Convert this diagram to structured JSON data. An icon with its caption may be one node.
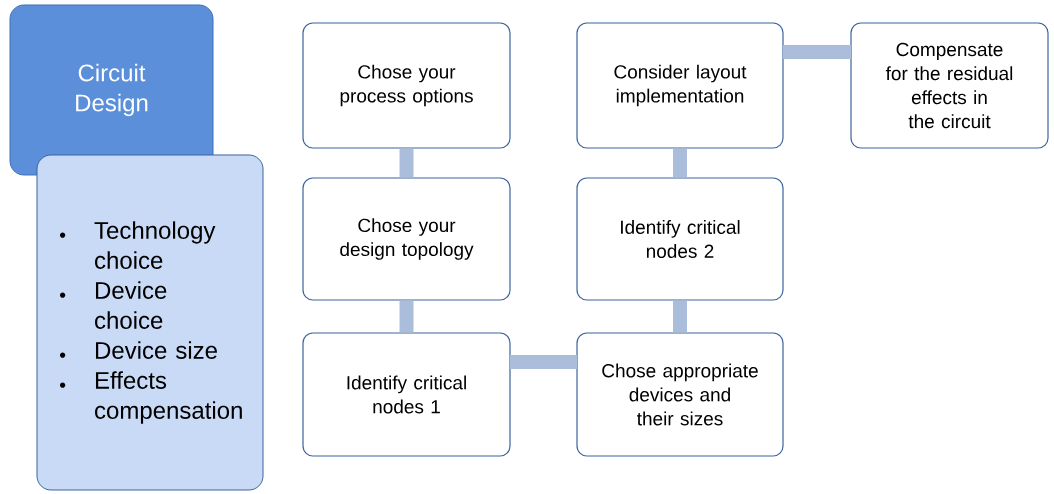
{
  "diagram": {
    "nodes": [
      {
        "text": [
          "Circuit Design"
        ]
      },
      {
        "text": [
          "Technology choice",
          "Device choice",
          "Device size",
          "Effects compensation"
        ]
      },
      {
        "text": [
          "Chose your process options"
        ]
      },
      {
        "text": [
          "Chose your design topology"
        ]
      },
      {
        "text": [
          "Identify critical nodes 1"
        ]
      },
      {
        "text": [
          "Chose appropriate devices and their sizes"
        ]
      },
      {
        "text": [
          "Identify critical nodes 2"
        ]
      },
      {
        "text": [
          "Consider layout implementation"
        ]
      },
      {
        "text": [
          "Compensate for the residual effects in the circuit"
        ]
      }
    ],
    "edges": [
      {
        "from": 2,
        "to": 3,
        "arrow": "none"
      },
      {
        "from": 3,
        "to": 4,
        "arrow": "none"
      },
      {
        "from": 4,
        "to": 5,
        "arrow": "none"
      },
      {
        "from": 5,
        "to": 6,
        "arrow": "none"
      },
      {
        "from": 6,
        "to": 7,
        "arrow": "none"
      },
      {
        "from": 7,
        "to": 8,
        "arrow": "none"
      }
    ]
  }
}
